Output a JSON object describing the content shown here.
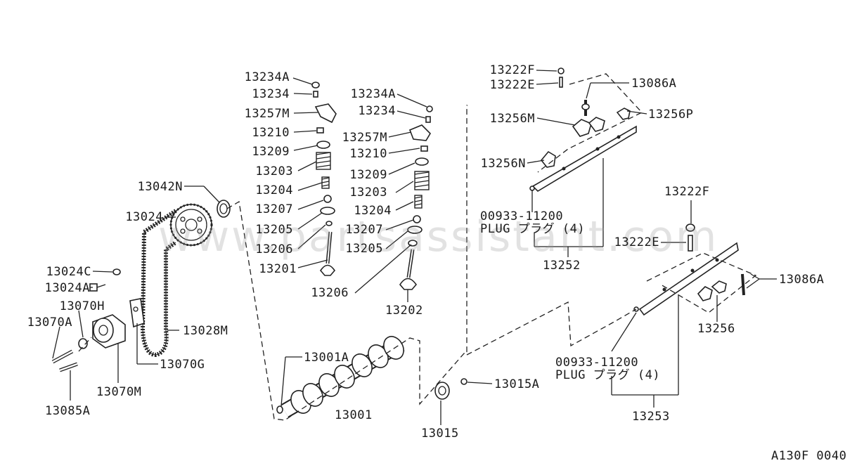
{
  "watermark": "www.partsassistant.com",
  "figure_code": "A130F 0040",
  "labels": {
    "p13234A_left": "13234A",
    "p13234_left": "13234",
    "p13257M_left": "13257M",
    "p13210_left": "13210",
    "p13209_left": "13209",
    "p13203_left": "13203",
    "p13204_left": "13204",
    "p13207_left": "13207",
    "p13205_left": "13205",
    "p13206_left": "13206",
    "p13201": "13201",
    "p13234A_right": "13234A",
    "p13234_right": "13234",
    "p13257M_right": "13257M",
    "p13210_right": "13210",
    "p13209_right": "13209",
    "p13203_right": "13203",
    "p13204_right": "13204",
    "p13207_right": "13207",
    "p13205_right": "13205",
    "p13206_right": "13206",
    "p13202": "13202",
    "p13042N": "13042N",
    "p13024": "13024",
    "p13024C": "13024C",
    "p13024A": "13024A",
    "p13070H": "13070H",
    "p13070A": "13070A",
    "p13028M": "13028M",
    "p13070G": "13070G",
    "p13070M": "13070M",
    "p13085A": "13085A",
    "p13001A": "13001A",
    "p13001": "13001",
    "p13015A": "13015A",
    "p13015": "13015",
    "p13222F_top": "13222F",
    "p13222E_top": "13222E",
    "p13086A_top": "13086A",
    "p13256M": "13256M",
    "p13256P": "13256P",
    "p13256N": "13256N",
    "plug_code_top": "00933-11200",
    "plug_text_top": "PLUG プラグ (4)",
    "p13252": "13252",
    "p13222F_right": "13222F",
    "p13222E_right": "13222E",
    "p13086A_right": "13086A",
    "p13256": "13256",
    "plug_code_bottom": "00933-11200",
    "plug_text_bottom": "PLUG プラグ (4)",
    "p13253": "13253"
  }
}
